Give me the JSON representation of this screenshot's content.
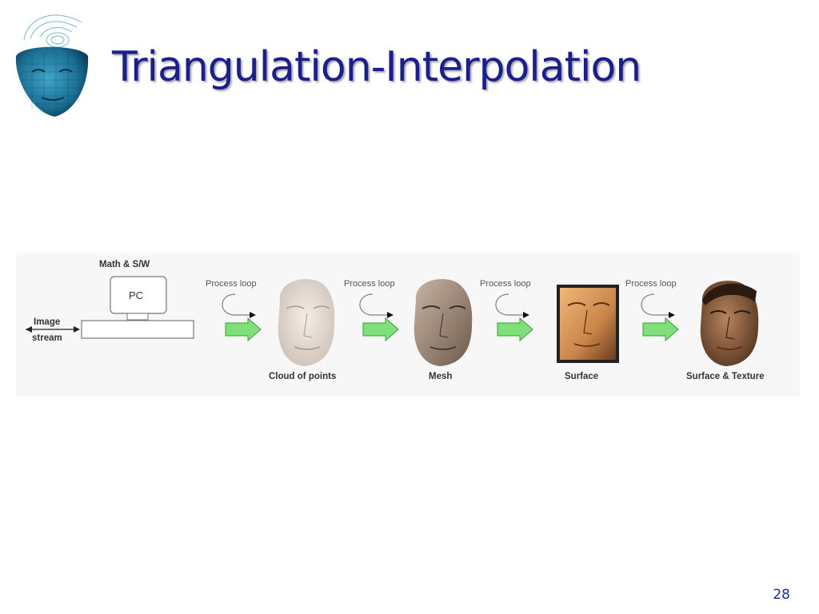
{
  "slide": {
    "title": "Triangulation-Interpolation",
    "page_number": "28"
  },
  "logo": {
    "icon": "face-mesh-icon"
  },
  "diagram": {
    "pc_label": "PC",
    "computer_label": "Math & S/W",
    "input_label_line1": "Image",
    "input_label_line2": "stream",
    "loop_labels": [
      "Process loop",
      "Process loop",
      "Process loop",
      "Process loop"
    ],
    "stages": [
      "Cloud of points",
      "Mesh",
      "Surface",
      "Surface & Texture"
    ],
    "colors": {
      "arrow_fill": "#7fe07a",
      "arrow_stroke": "#3c9c38",
      "title": "#1a1f8c",
      "page_number": "#1a2a9c"
    }
  }
}
